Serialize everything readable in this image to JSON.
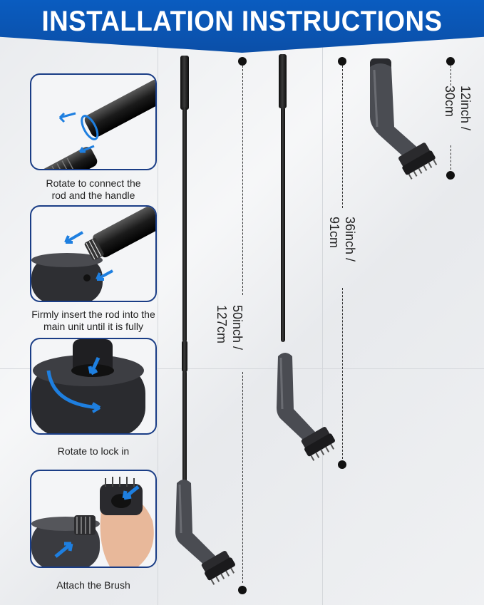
{
  "banner": {
    "title": "INSTALLATION INSTRUCTIONS"
  },
  "steps": [
    {
      "label_line1": "Rotate to connect the",
      "label_line2": "rod and the handle"
    },
    {
      "label_line1": "Firmly insert the rod into the",
      "label_line2": "main unit until it is fully"
    },
    {
      "label_line1": "Rotate to lock in",
      "label_line2": ""
    },
    {
      "label_line1": "Attach the Brush",
      "label_line2": ""
    }
  ],
  "dimensions": {
    "long": {
      "line1": "50inch /",
      "line2": "127cm"
    },
    "medium": {
      "line1": "36inch /",
      "line2": "91cm"
    },
    "short": {
      "line1": "12inch /",
      "line2": "30cm"
    }
  },
  "colors": {
    "banner": "#0b55b5",
    "card_border": "#1a3d86",
    "arrow": "#1e7fe0"
  }
}
